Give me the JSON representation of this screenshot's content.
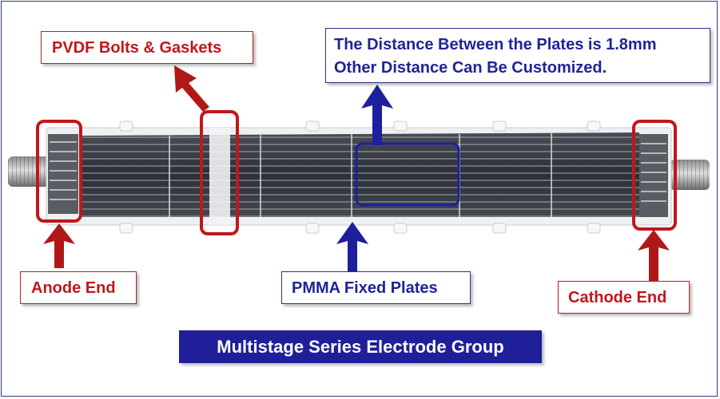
{
  "labels": {
    "pvdf": "PVDF Bolts & Gaskets",
    "distance_line1": "The Distance Between the Plates is 1.8mm",
    "distance_line2": "Other Distance Can Be Customized.",
    "anode": "Anode End",
    "pmma": "PMMA Fixed Plates",
    "cathode": "Cathode End",
    "title": "Multistage Series Electrode Group"
  },
  "colors": {
    "callout_red": "#c0171b",
    "callout_blue": "#1f239a",
    "arrow_red": "#b01818",
    "arrow_blue": "#1d1f9e",
    "title_bg": "#1f1f9a",
    "title_text": "#ffffff",
    "highlight_red": "#c0171b",
    "highlight_blue": "#1d1f9e",
    "frame_border": "#2d3a7c"
  }
}
